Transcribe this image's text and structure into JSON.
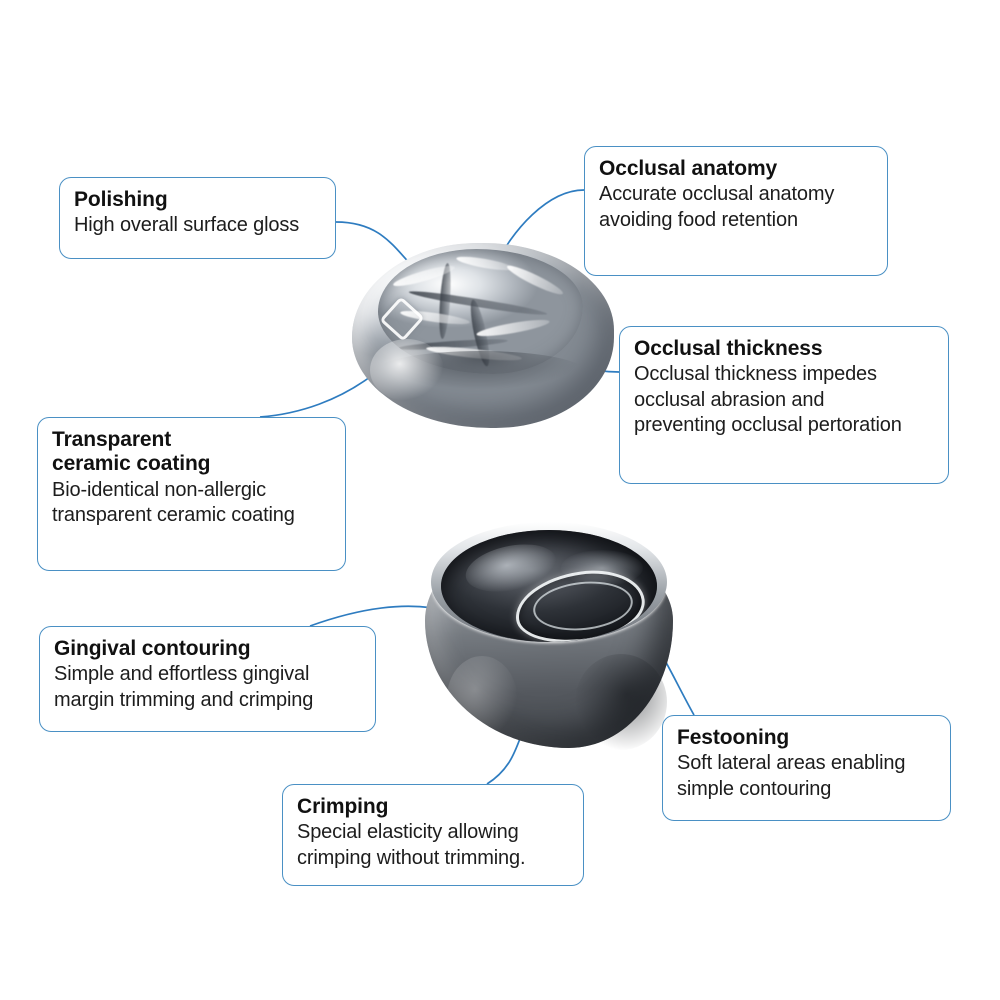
{
  "diagram": {
    "title": "Dental crown features callout diagram",
    "accent_color": "#4a90c4",
    "connector_color": "#2e7cc0",
    "background_color": "#ffffff",
    "text_color": "#111111"
  },
  "images": [
    {
      "name": "stainless-steel-crown-occlusal-view",
      "description": "Polished silver stainless steel dental crown shown from the occlusal (biting) surface with anatomical cusps and fissures"
    },
    {
      "name": "stainless-steel-crown-inverted-view",
      "description": "Stainless steel dental crown shown inverted revealing the hollow inner cavity and gingival margin"
    }
  ],
  "callouts": [
    {
      "id": "polishing",
      "title": "Polishing",
      "body": "High overall surface gloss"
    },
    {
      "id": "occlusal-anatomy",
      "title": "Occlusal anatomy",
      "body": "Accurate occlusal anatomy\navoiding food retention"
    },
    {
      "id": "occlusal-thickness",
      "title": "Occlusal thickness",
      "body": "Occlusal thickness impedes\nocclusal abrasion and\npreventing occlusal pertoration"
    },
    {
      "id": "transparent-ceramic-coating",
      "title": "Transparent\nceramic coating",
      "body": "Bio-identical non-allergic\ntransparent ceramic coating"
    },
    {
      "id": "gingival-contouring",
      "title": "Gingival contouring",
      "body": "Simple and effortless gingival\nmargin trimming and crimping"
    },
    {
      "id": "crimping",
      "title": "Crimping",
      "body": "Special elasticity allowing\ncrimping without trimming."
    },
    {
      "id": "festooning",
      "title": "Festooning",
      "body": "Soft lateral areas enabling\nsimple contouring"
    }
  ]
}
